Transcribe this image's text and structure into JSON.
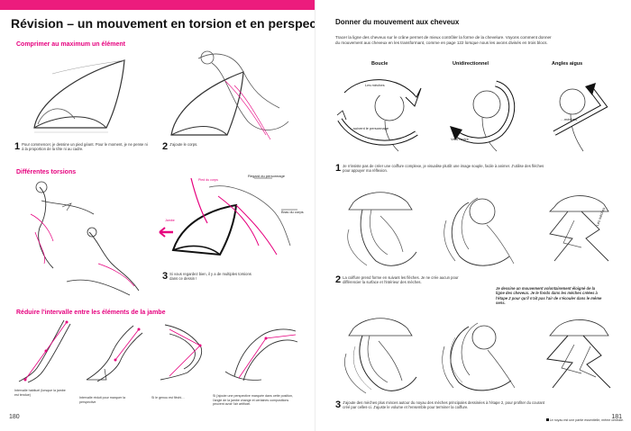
{
  "left": {
    "title": "Révision – un mouvement en torsion et en perspective",
    "section1": "Comprimer au maximum un élément",
    "cap1": "Pour commencer, je dessine un pied géant. Pour le moment, je ne pense ni à la proportion de la tête ni au cadre.",
    "cap1_num": "1",
    "cap2": "J'ajoute le corps.",
    "cap2_num": "2",
    "section2": "Différentes torsions",
    "label_regard": "Regard du personnage",
    "label_pied": "Pied du corps",
    "label_bras": "Bras du corps",
    "label_jambe": "Jambe",
    "cap3": "Si vous regardez bien, il y a de multiples torsions dans ce dessin !",
    "cap3_num": "3",
    "section3": "Réduire l'intervalle entre les éléments de la jambe",
    "leg_cap1": "Intervalle habituel (lorsque la jambe est tendue)",
    "leg_cap2": "Intervalle réduit pour marquer la perspective",
    "leg_cap3": "Si le genou est fléchi…",
    "leg_cap4": "Si j'ajoute une perspective marquée dans cette position, l'angle de la jambe change et certaines compositions peuvent avoir l'air artificiel.",
    "page_number": "180"
  },
  "right": {
    "heading": "Donner du mouvement aux cheveux",
    "intro": "Tracer la ligne des cheveux sur le crâne permet de mieux contrôler la forme de la chevelure. Voyons comment donner du mouvement aux cheveux en les transformant, comme en page 122 lorsque nous les avons divisés en trois blocs.",
    "col1": "Boucle",
    "col2": "Unidirectionnel",
    "col3": "Angles aigus",
    "arrow_t1": "Les mèches",
    "arrow_t2": "…suivent le personnage",
    "arrow_t3": "Vers l'autre",
    "arrow_t4": "…mèches",
    "arrow_t5": "Les mèches",
    "cap1_num": "1",
    "cap1": "Je n'insiste pas de créer une coiffure complexe, je visualise plutôt une image souple, facile à animer. J'utilise des flèches pour appuyer ma réflexion.",
    "cap2_num": "2",
    "cap2": "La coiffure prend forme en suivant les flèches. Je ne crée aucun pour différencier la surface et l'intérieur des mèches.",
    "cap3_num": "3",
    "cap3": "J'ajoute des mèches plus minces autour du noyau des mèches principales dessinées à l'étape 2, pour profiter du courant créé par celles-ci. J'ajuste le volume et l'ensemble pour terminer la coiffure.",
    "side_note": "Je dessine un mouvement volontairement éloigné de la ligne des cheveux. Je le fonds dans les mèches créées à l'étape 2 pour qu'il n'ait pas l'air de s'écouler dans le même sens.",
    "footnote": "Le noyau est une partie essentielle, même centrale.",
    "page_number": "181"
  },
  "colors": {
    "accent": "#e6007e",
    "topbar": "#ec1c7d"
  }
}
